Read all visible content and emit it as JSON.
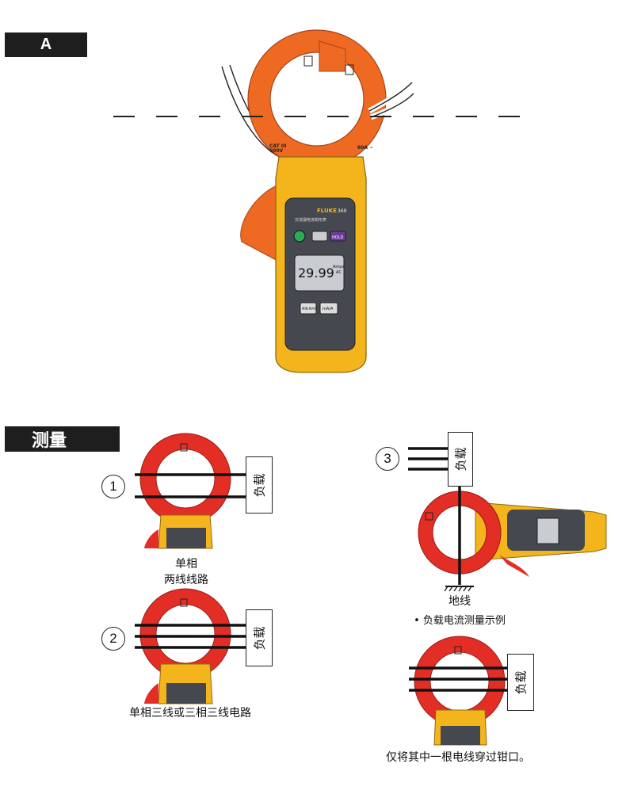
{
  "section_a": {
    "label": "A"
  },
  "main_meter": {
    "brand": "FLUKE",
    "model": "369",
    "subtitle": "交流漏电流钳形表",
    "hold": "HOLD",
    "reading": "29.99",
    "unit_top": "Amps",
    "unit_bottom": "AC",
    "minmax": "MIN MAX",
    "ma_a": "mA/A",
    "cat_rating": "CAT III 600V",
    "jaw_rating": "60A ~"
  },
  "section_measure": {
    "label": "测量"
  },
  "examples": [
    {
      "num": "1",
      "load": "负载",
      "caption_l1": "单相",
      "caption_l2": "两线线路"
    },
    {
      "num": "2",
      "load": "负载",
      "caption": "单相三线或三相三线电路"
    },
    {
      "num": "3",
      "load": "负载",
      "ground_label": "地线",
      "caption": "• 负载电流测量示例"
    },
    {
      "load": "负载",
      "caption": "仅将其中一根电线穿过钳口。"
    }
  ]
}
